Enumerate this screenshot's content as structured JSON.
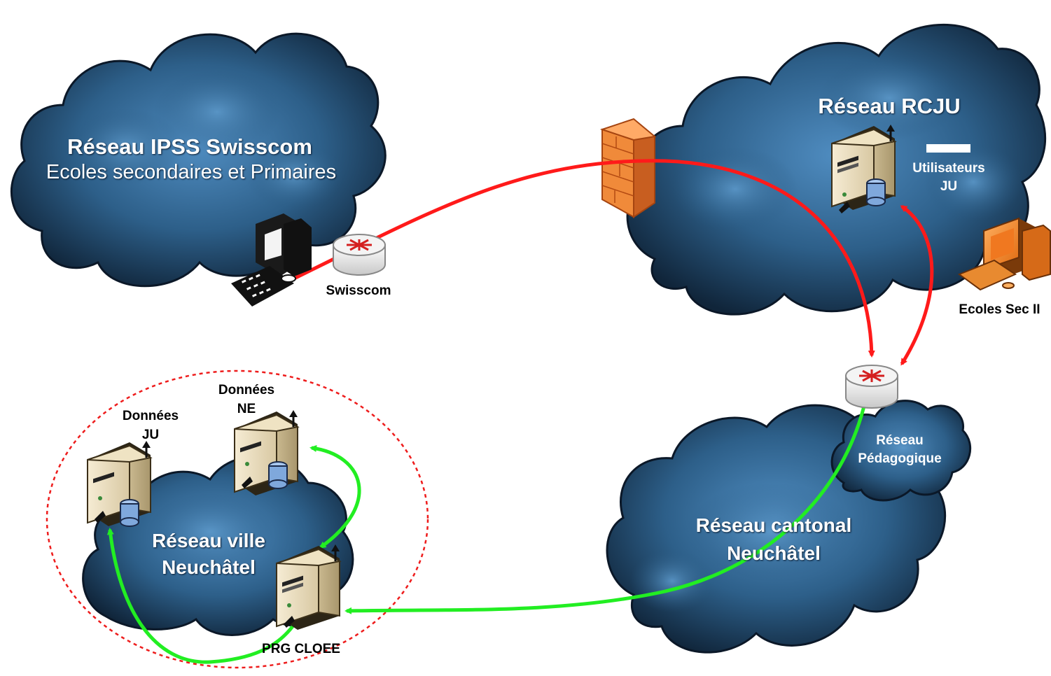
{
  "clouds": {
    "ipss": {
      "title": "Réseau IPSS Swisscom",
      "subtitle": "Ecoles secondaires et Primaires"
    },
    "rcju": {
      "title": "Réseau RCJU"
    },
    "ville": {
      "line1": "Réseau ville",
      "line2": "Neuchâtel"
    },
    "cantonal": {
      "line1": "Réseau cantonal",
      "line2": "Neuchâtel"
    },
    "pedagogique": {
      "line1": "Réseau",
      "line2": "Pédagogique"
    }
  },
  "devices": {
    "swisscom_router": "Swisscom",
    "rcju_server": {
      "line1": "Utilisateurs",
      "line2": "JU"
    },
    "ecoles_sec": "Ecoles Sec II",
    "donnees_ju": {
      "line1": "Données",
      "line2": "JU"
    },
    "donnees_ne": {
      "line1": "Données",
      "line2": "NE"
    },
    "prg_cloee": "PRG CLOEE"
  },
  "colors": {
    "cloud_dark": "#0f2236",
    "cloud_mid": "#2b5d87",
    "cloud_light": "#4a86b8",
    "link_external": "#ff1a1a",
    "link_internal": "#22ee22",
    "boundary": "#ee1c1c"
  }
}
